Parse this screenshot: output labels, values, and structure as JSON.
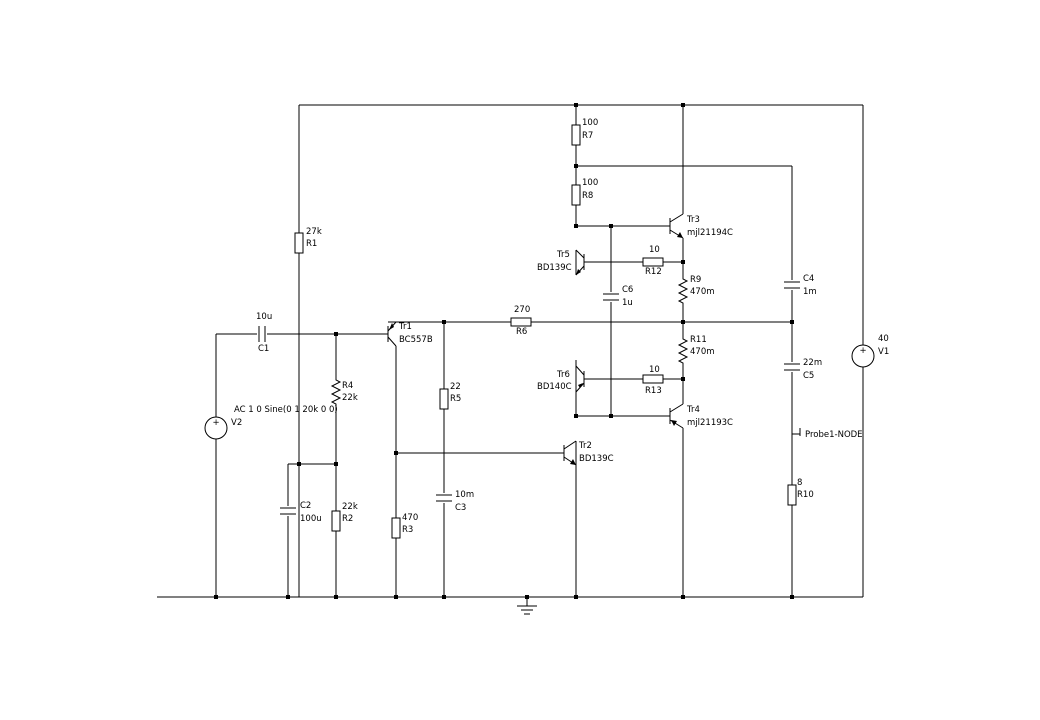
{
  "components": {
    "r1": {
      "value": "27k",
      "ref": "R1"
    },
    "r2": {
      "value": "22k",
      "ref": "R2"
    },
    "r3": {
      "value": "470",
      "ref": "R3"
    },
    "r4": {
      "value": "22k",
      "ref": "R4"
    },
    "r5": {
      "value": "22",
      "ref": "R5"
    },
    "r6": {
      "value": "270",
      "ref": "R6"
    },
    "r7": {
      "value": "100",
      "ref": "R7"
    },
    "r8": {
      "value": "100",
      "ref": "R8"
    },
    "r9": {
      "value": "470m",
      "ref": "R9"
    },
    "r10": {
      "value": "8",
      "ref": "R10"
    },
    "r11": {
      "value": "470m",
      "ref": "R11"
    },
    "r12": {
      "value": "10",
      "ref": "R12"
    },
    "r13": {
      "value": "10",
      "ref": "R13"
    },
    "c1": {
      "value": "10u",
      "ref": "C1"
    },
    "c2": {
      "value": "100u",
      "ref": "C2"
    },
    "c3": {
      "value": "10m",
      "ref": "C3"
    },
    "c4": {
      "value": "1m",
      "ref": "C4"
    },
    "c5": {
      "value": "22m",
      "ref": "C5"
    },
    "c6": {
      "value": "1u",
      "ref": "C6"
    },
    "tr1": {
      "ref": "Tr1",
      "model": "BC557B"
    },
    "tr2": {
      "ref": "Tr2",
      "model": "BD139C"
    },
    "tr3": {
      "ref": "Tr3",
      "model": "mjl21194C"
    },
    "tr4": {
      "ref": "Tr4",
      "model": "mjl21193C"
    },
    "tr5": {
      "ref": "Tr5",
      "model": "BD139C"
    },
    "tr6": {
      "ref": "Tr6",
      "model": "BD140C"
    },
    "v1": {
      "value": "40",
      "ref": "V1"
    },
    "v2": {
      "value": "AC 1 0 Sine(0 1 20k 0 0)",
      "ref": "V2"
    },
    "probe": {
      "label": "Probe1-NODE"
    }
  },
  "symbols": {
    "source_plus": "+",
    "ground_icon": "ground-icon",
    "probe_icon": "probe-icon"
  },
  "colors": {
    "wire": "#000000",
    "background": "#ffffff"
  }
}
